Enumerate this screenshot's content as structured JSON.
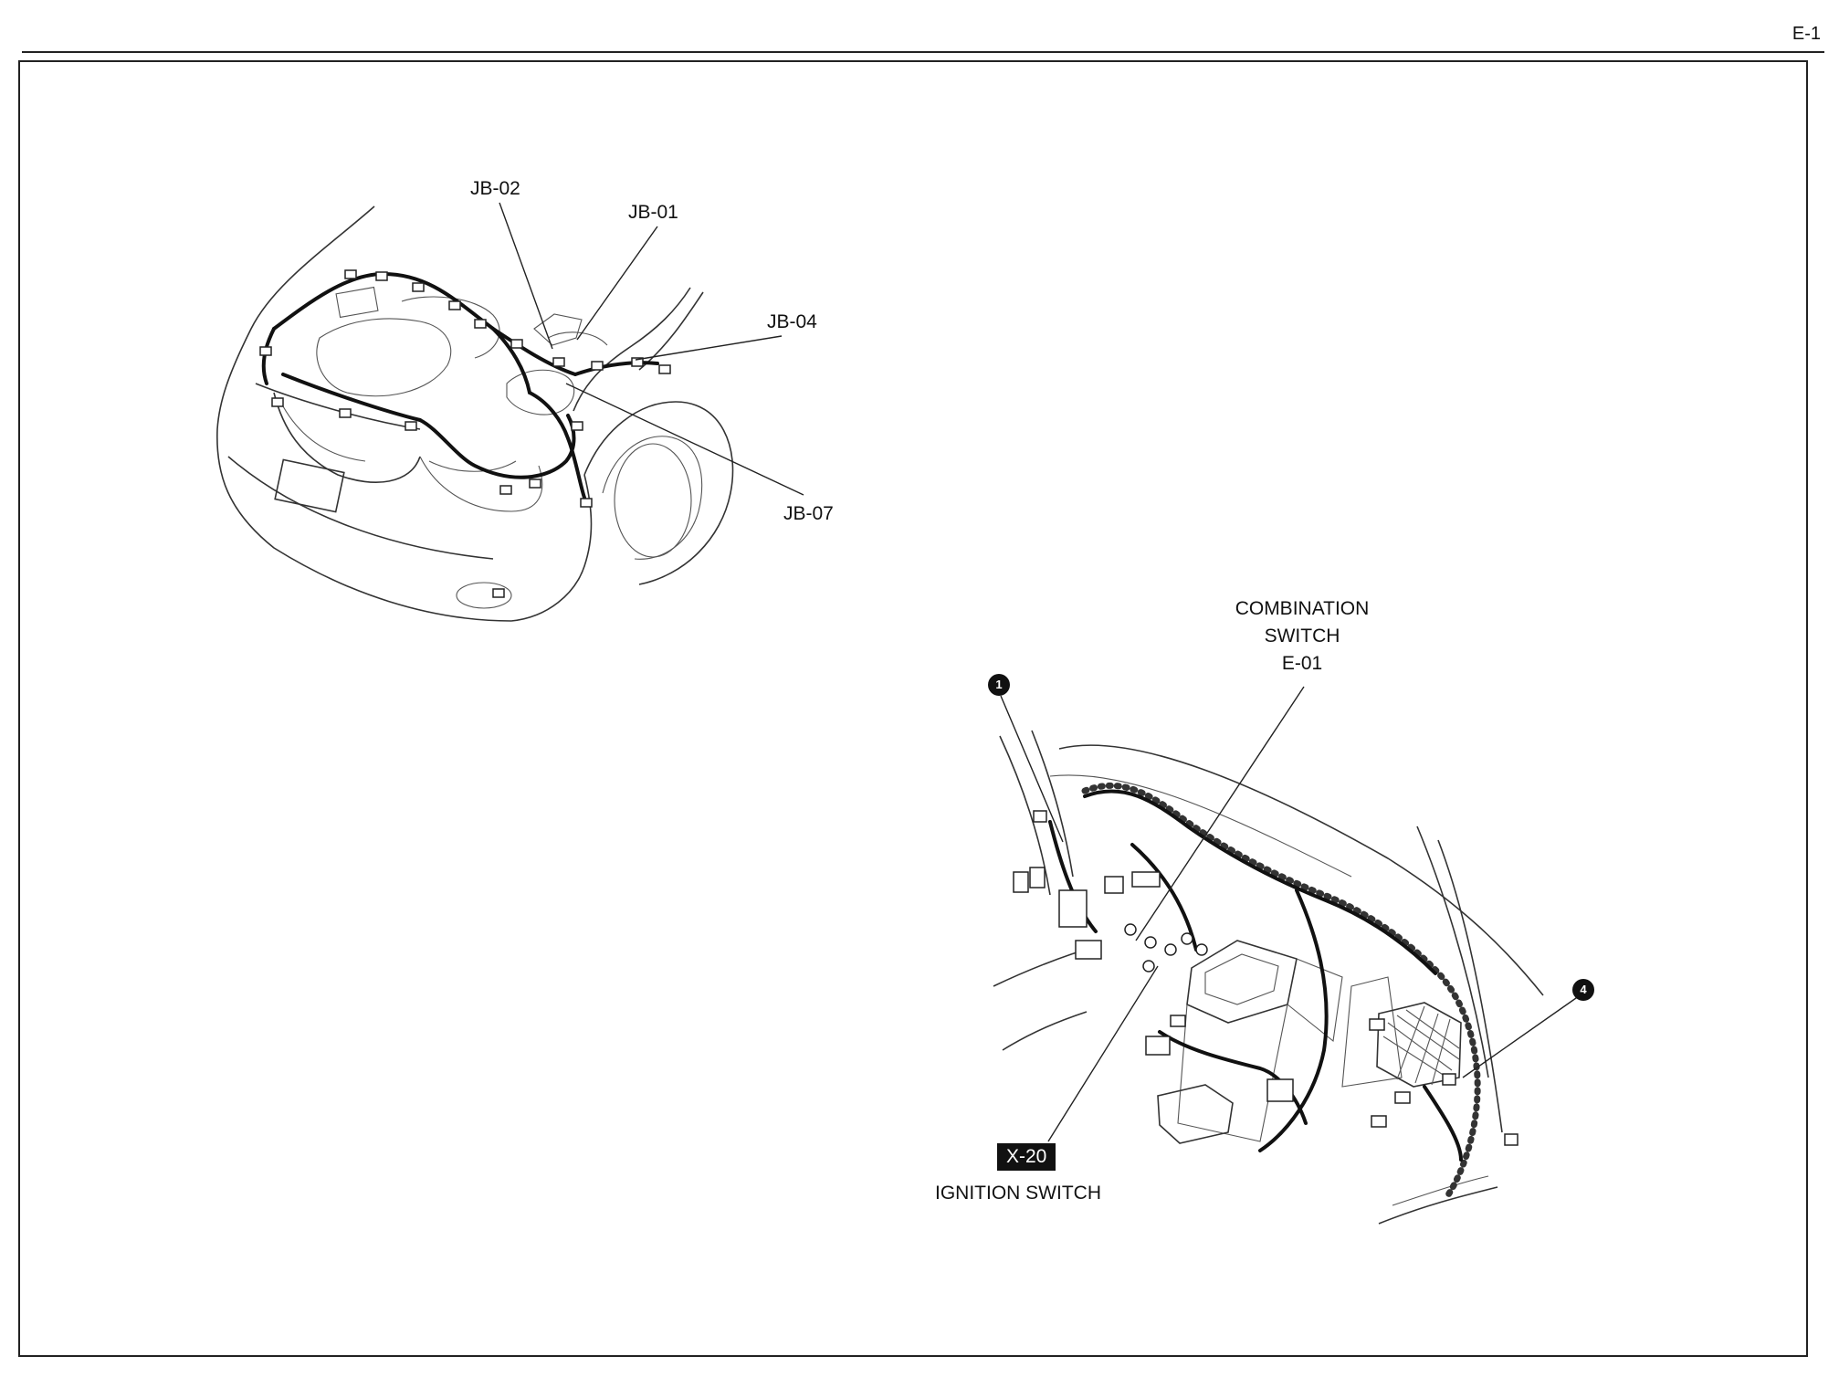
{
  "page": {
    "id": "E-1"
  },
  "engine_view": {
    "labels": [
      "JB-02",
      "JB-01",
      "JB-04",
      "JB-07"
    ]
  },
  "interior_view": {
    "combination_switch": {
      "line1": "COMBINATION",
      "line2": "SWITCH",
      "code": "E-01"
    },
    "ignition_switch": {
      "code": "X-20",
      "name": "IGNITION SWITCH"
    },
    "callouts": [
      "1",
      "4"
    ]
  }
}
